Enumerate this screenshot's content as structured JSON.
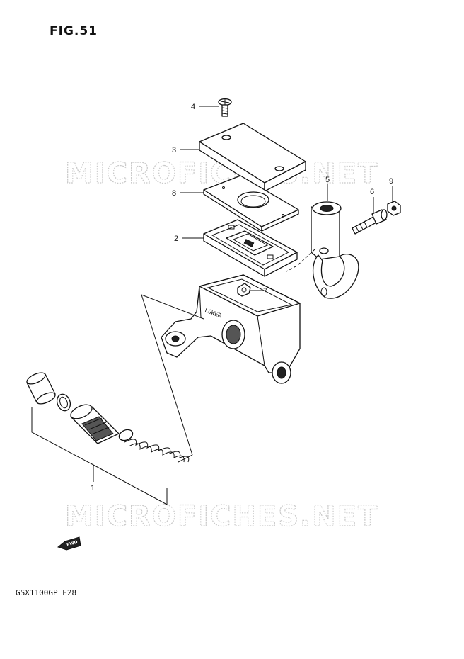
{
  "header": {
    "figure_label": "FIG.51"
  },
  "footer": {
    "model_code": "GSX1100GP  E28"
  },
  "watermark": {
    "text": "MICROFICHES.NET"
  },
  "orientation_tag": {
    "text": "FWD"
  },
  "callouts": {
    "c1": "1",
    "c2": "2",
    "c3": "3",
    "c4": "4",
    "c5": "5",
    "c6": "6",
    "c7": "7",
    "c8": "8",
    "c9": "9"
  },
  "casting_text": "LOWER",
  "colors": {
    "ink": "#111111",
    "watermark": "#c8c8c8",
    "paper": "#ffffff"
  }
}
